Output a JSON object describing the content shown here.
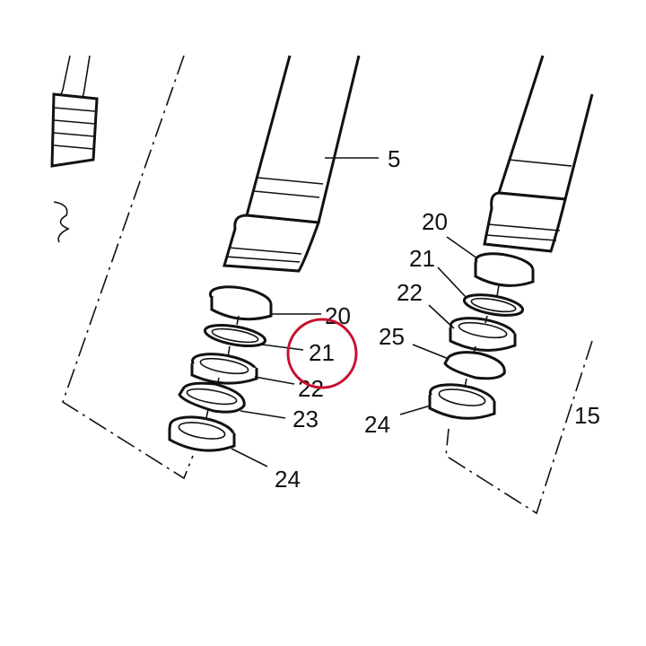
{
  "labels": {
    "l5": "5",
    "l20a": "20",
    "l21a": "21",
    "l22a": "22",
    "l23": "23",
    "l24a": "24",
    "l20b": "20",
    "l21b": "21",
    "l22b": "22",
    "l25": "25",
    "l24b": "24",
    "l15": "15"
  },
  "highlight": {
    "target_label": "21",
    "color": "#c8102e"
  },
  "colors": {
    "line": "#111111",
    "background": "#ffffff"
  }
}
